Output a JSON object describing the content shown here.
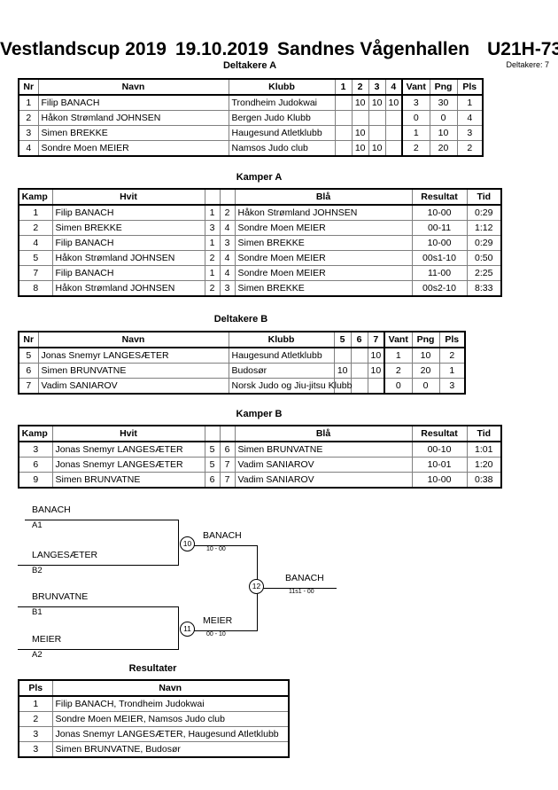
{
  "header": {
    "tournament": "Vestlandscup 2019",
    "date": "19.10.2019",
    "venue": "Sandnes Vågenhallen",
    "category": "U21H-73",
    "participants_label": "Deltakere: 7"
  },
  "pool_a": {
    "caption": "Deltakere A",
    "columns": [
      "Nr",
      "Navn",
      "Klubb",
      "1",
      "2",
      "3",
      "4",
      "Vant",
      "Png",
      "Pls"
    ],
    "rows": [
      {
        "nr": "1",
        "navn": "Filip BANACH",
        "klubb": "Trondheim Judokwai",
        "m": [
          "",
          "10",
          "10",
          "10"
        ],
        "vant": "3",
        "png": "30",
        "pls": "1"
      },
      {
        "nr": "2",
        "navn": "Håkon Strømland JOHNSEN",
        "klubb": "Bergen Judo Klubb",
        "m": [
          "",
          "",
          "",
          ""
        ],
        "vant": "0",
        "png": "0",
        "pls": "4"
      },
      {
        "nr": "3",
        "navn": "Simen BREKKE",
        "klubb": "Haugesund Atletklubb",
        "m": [
          "",
          "10",
          "",
          ""
        ],
        "vant": "1",
        "png": "10",
        "pls": "3"
      },
      {
        "nr": "4",
        "navn": "Sondre Moen MEIER",
        "klubb": "Namsos Judo club",
        "m": [
          "",
          "10",
          "10",
          ""
        ],
        "vant": "2",
        "png": "20",
        "pls": "2"
      }
    ]
  },
  "matches_a": {
    "caption": "Kamper A",
    "columns": [
      "Kamp",
      "Hvit",
      "",
      "",
      "Blå",
      "Resultat",
      "Tid"
    ],
    "rows": [
      {
        "kamp": "1",
        "hvit": "Filip BANACH",
        "nh": "1",
        "nb": "2",
        "bla": "Håkon Strømland JOHNSEN",
        "resultat": "10-00",
        "tid": "0:29"
      },
      {
        "kamp": "2",
        "hvit": "Simen BREKKE",
        "nh": "3",
        "nb": "4",
        "bla": "Sondre Moen MEIER",
        "resultat": "00-11",
        "tid": "1:12"
      },
      {
        "kamp": "4",
        "hvit": "Filip BANACH",
        "nh": "1",
        "nb": "3",
        "bla": "Simen BREKKE",
        "resultat": "10-00",
        "tid": "0:29"
      },
      {
        "kamp": "5",
        "hvit": "Håkon Strømland JOHNSEN",
        "nh": "2",
        "nb": "4",
        "bla": "Sondre Moen MEIER",
        "resultat": "00s1-10",
        "tid": "0:50"
      },
      {
        "kamp": "7",
        "hvit": "Filip BANACH",
        "nh": "1",
        "nb": "4",
        "bla": "Sondre Moen MEIER",
        "resultat": "11-00",
        "tid": "2:25"
      },
      {
        "kamp": "8",
        "hvit": "Håkon Strømland JOHNSEN",
        "nh": "2",
        "nb": "3",
        "bla": "Simen BREKKE",
        "resultat": "00s2-10",
        "tid": "8:33"
      }
    ]
  },
  "pool_b": {
    "caption": "Deltakere B",
    "columns": [
      "Nr",
      "Navn",
      "Klubb",
      "5",
      "6",
      "7",
      "Vant",
      "Png",
      "Pls"
    ],
    "rows": [
      {
        "nr": "5",
        "navn": "Jonas Snemyr LANGESÆTER",
        "klubb": "Haugesund Atletklubb",
        "m": [
          "",
          "",
          "10"
        ],
        "vant": "1",
        "png": "10",
        "pls": "2"
      },
      {
        "nr": "6",
        "navn": "Simen BRUNVATNE",
        "klubb": "Budosør",
        "m": [
          "10",
          "",
          "10"
        ],
        "vant": "2",
        "png": "20",
        "pls": "1"
      },
      {
        "nr": "7",
        "navn": "Vadim SANIAROV",
        "klubb": "Norsk Judo og Jiu-jitsu Klubb",
        "m": [
          "",
          "",
          ""
        ],
        "vant": "0",
        "png": "0",
        "pls": "3"
      }
    ]
  },
  "matches_b": {
    "caption": "Kamper B",
    "columns": [
      "Kamp",
      "Hvit",
      "",
      "",
      "Blå",
      "Resultat",
      "Tid"
    ],
    "rows": [
      {
        "kamp": "3",
        "hvit": "Jonas Snemyr LANGESÆTER",
        "nh": "5",
        "nb": "6",
        "bla": "Simen BRUNVATNE",
        "resultat": "00-10",
        "tid": "1:01"
      },
      {
        "kamp": "6",
        "hvit": "Jonas Snemyr LANGESÆTER",
        "nh": "5",
        "nb": "7",
        "bla": "Vadim SANIAROV",
        "resultat": "10-01",
        "tid": "1:20"
      },
      {
        "kamp": "9",
        "hvit": "Simen BRUNVATNE",
        "nh": "6",
        "nb": "7",
        "bla": "Vadim SANIAROV",
        "resultat": "10-00",
        "tid": "0:38"
      }
    ]
  },
  "bracket": {
    "entries": [
      {
        "name": "BANACH",
        "seed": "A1"
      },
      {
        "name": "LANGESÆTER",
        "seed": "B2"
      },
      {
        "name": "BRUNVATNE",
        "seed": "B1"
      },
      {
        "name": "MEIER",
        "seed": "A2"
      }
    ],
    "semis": [
      {
        "node": "10",
        "winner": "BANACH",
        "score": "10 - 00"
      },
      {
        "node": "11",
        "winner": "MEIER",
        "score": "00 - 10"
      }
    ],
    "final": {
      "node": "12",
      "winner": "BANACH",
      "score": "11s1 - 00"
    }
  },
  "results": {
    "caption": "Resultater",
    "columns": [
      "Pls",
      "Navn"
    ],
    "rows": [
      {
        "pls": "1",
        "navn": "Filip BANACH, Trondheim Judokwai"
      },
      {
        "pls": "2",
        "navn": "Sondre Moen MEIER, Namsos Judo club"
      },
      {
        "pls": "3",
        "navn": "Jonas Snemyr LANGESÆTER, Haugesund Atletklubb"
      },
      {
        "pls": "3",
        "navn": "Simen BRUNVATNE, Budosør"
      }
    ]
  }
}
